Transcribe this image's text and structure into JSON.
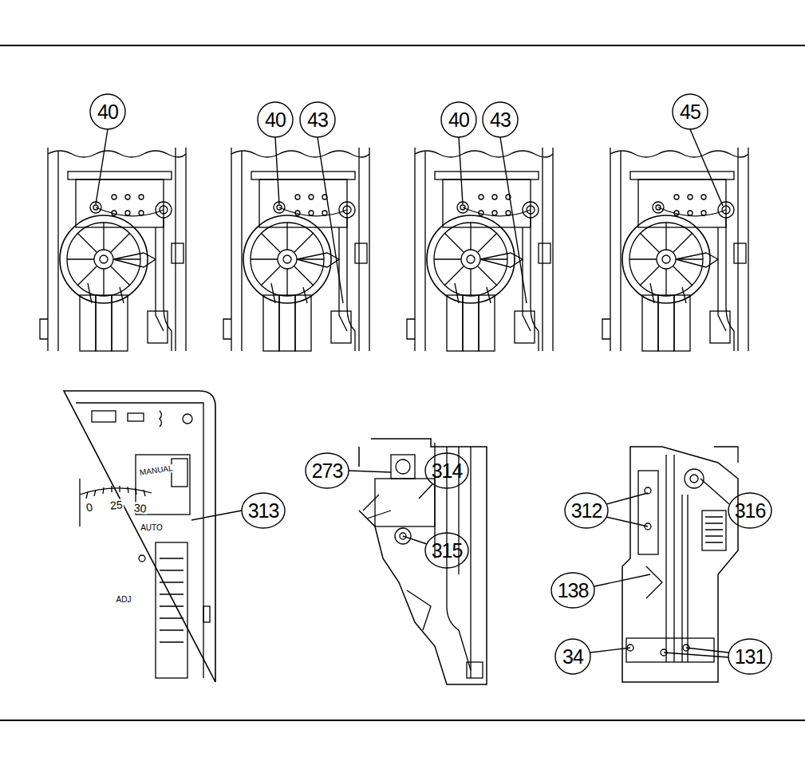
{
  "diagram": {
    "labels": [
      "40",
      "40",
      "43",
      "40",
      "43",
      "45",
      "313",
      "273",
      "314",
      "315",
      "312",
      "316",
      "138",
      "34",
      "131",
      "0",
      "25",
      "30",
      "MANUAL",
      "AUTO",
      "ADJ"
    ]
  }
}
